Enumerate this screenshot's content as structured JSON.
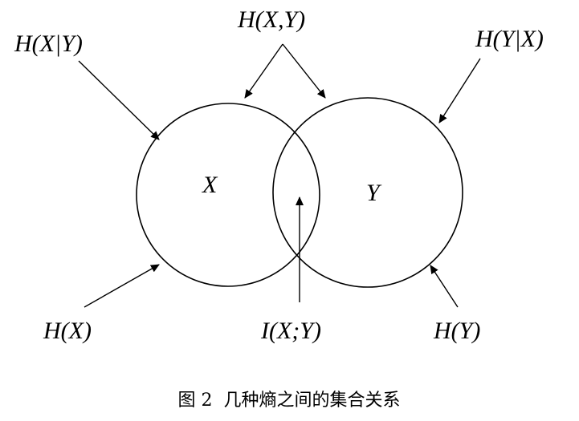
{
  "labels": {
    "h_x_given_y": "H(X|Y)",
    "h_xy": "H(X,Y)",
    "h_y_given_x": "H(Y|X)",
    "circle_x": "X",
    "circle_y": "Y",
    "h_x": "H(X)",
    "mutual_info": "I(X;Y)",
    "h_y": "H(Y)"
  },
  "caption": "图 2  几种熵之间的集合关系"
}
